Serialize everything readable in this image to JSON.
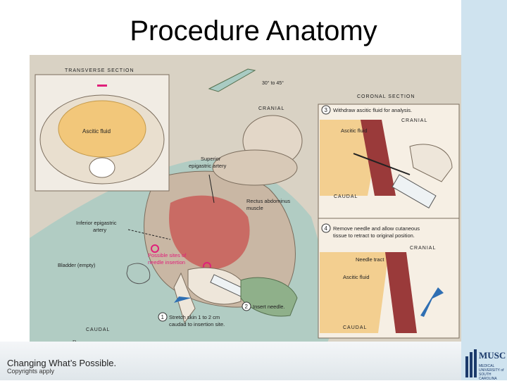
{
  "slide": {
    "title": "Procedure Anatomy",
    "footer_tagline": "Changing What’s Possible.",
    "footer_copyright": "Copyrights apply"
  },
  "logo": {
    "name": "MUSC",
    "subtitle": "MEDICAL UNIVERSITY of SOUTH CAROLINA"
  },
  "illustration": {
    "transverse_heading": "TRANSVERSE SECTION",
    "transverse_label": "Ascitic fluid",
    "angle_label": "30° to 45°",
    "cranial_main": "CRANIAL",
    "caudal_main": "CAUDAL",
    "coronal_heading": "CORONAL SECTION",
    "step3": "Withdraw ascitic fluid for analysis.",
    "step3_num": "3",
    "coronal_top_cranial": "CRANIAL",
    "coronal_top_caudal": "CAUDAL",
    "coronal_top_fluid": "Ascitic fluid",
    "step4_line1": "Remove needle and allow cutaneous",
    "step4_line2": "tissue to retract to original position.",
    "step4_num": "4",
    "coronal_bottom_cranial": "CRANIAL",
    "coronal_bottom_caudal": "CAUDAL",
    "needle_tract": "Needle tract",
    "coronal_bottom_fluid": "Ascitic fluid",
    "superior_artery_1": "Superior",
    "superior_artery_2": "epigastric artery",
    "rectus_1": "Rectus abdominus",
    "rectus_2": "muscle",
    "inferior_artery_1": "Inferior epigastric",
    "inferior_artery_2": "artery",
    "possible_sites_1": "Possible sites of",
    "possible_sites_2": "needle insertion",
    "bladder": "Bladder (empty)",
    "step1_num": "1",
    "step1_line1": "Stretch skin 1 to 2 cm",
    "step1_line2": "caudad to insertion site.",
    "step2_num": "2",
    "step2": "Insert needle.",
    "signature": "Burge"
  },
  "colors": {
    "background_tan": "#d9d2c4",
    "side_band": "#cfe3ef",
    "fluid": "#f2c77a",
    "muscle": "#c8524f",
    "drape": "#8fb9b0",
    "logo_blue": "#1b3a6b"
  }
}
